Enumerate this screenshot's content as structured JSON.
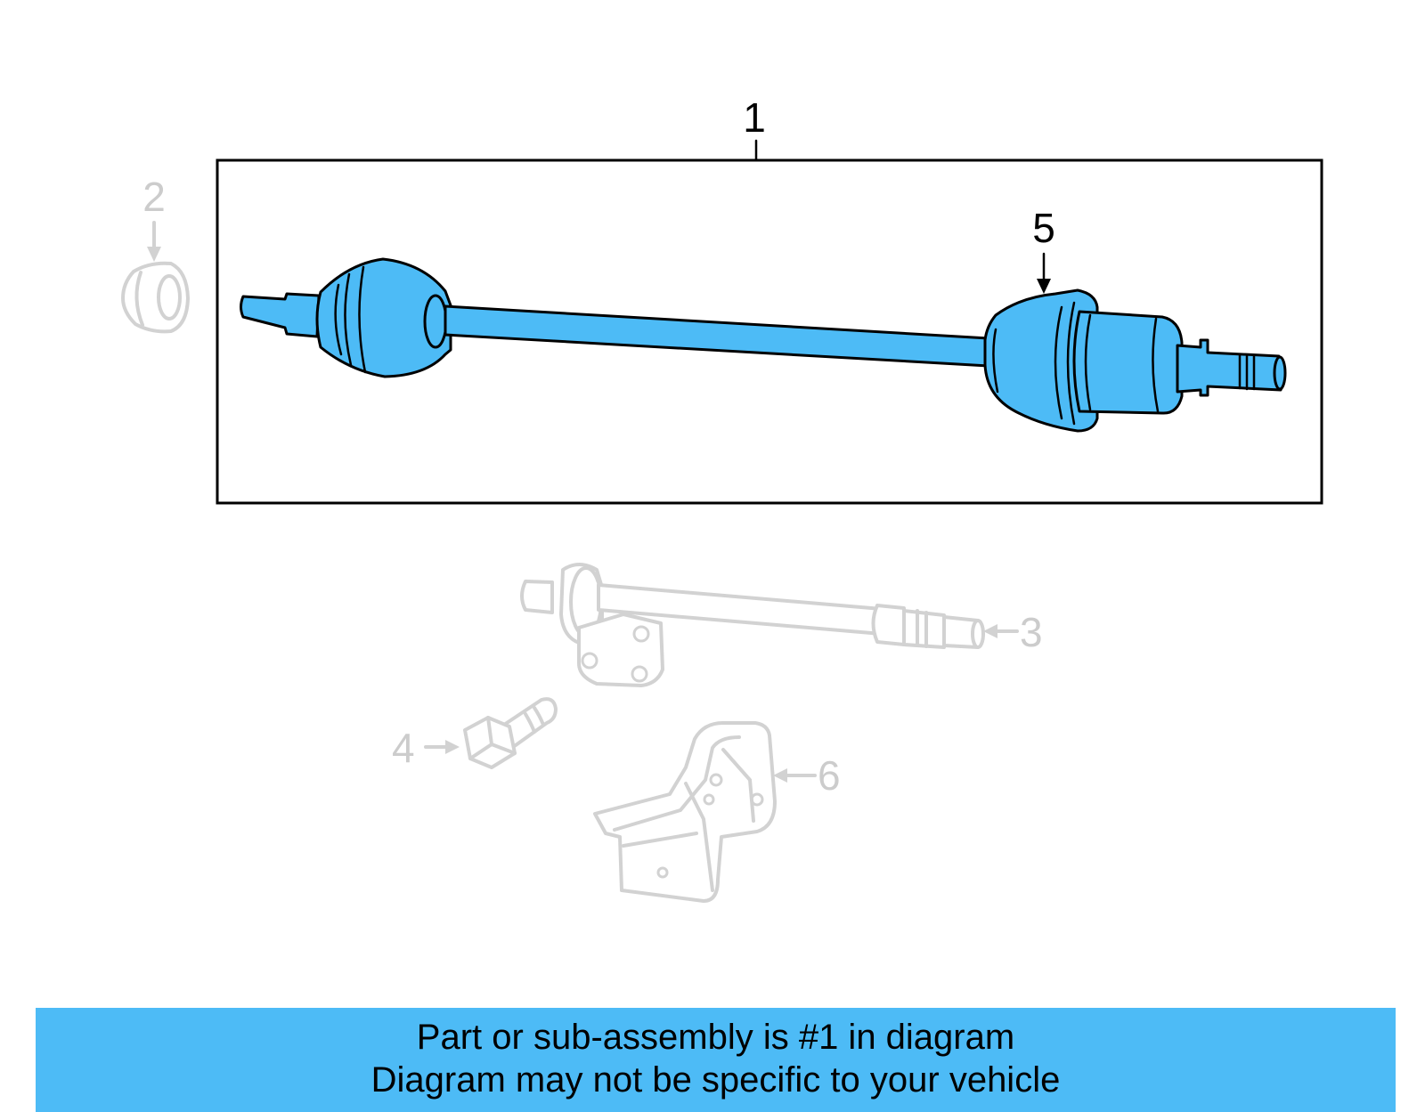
{
  "callouts": {
    "c1": "1",
    "c2": "2",
    "c3": "3",
    "c4": "4",
    "c5": "5",
    "c6": "6"
  },
  "banner": {
    "line1": "Part or sub-assembly is #1 in diagram",
    "line2": "Diagram may not be specific to your vehicle"
  },
  "colors": {
    "highlight": "#4dbbf6",
    "ghost": "#cccccc"
  }
}
